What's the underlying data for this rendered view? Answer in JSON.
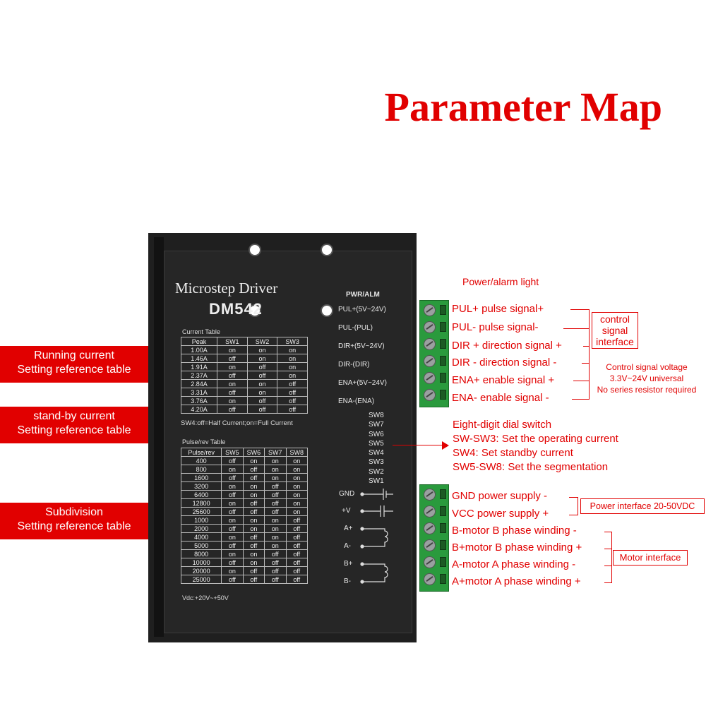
{
  "title": "Parameter Map",
  "left_labels": [
    {
      "line1": "Running current",
      "line2": "Setting reference table"
    },
    {
      "line1": "stand-by current",
      "line2": "Setting reference table"
    },
    {
      "line1": "Subdivision",
      "line2": "Setting reference table"
    }
  ],
  "driver": {
    "name": "Microstep Driver",
    "model": "DM542",
    "pwr_alm": "PWR/ALM",
    "current_table_title": "Current Table",
    "current_header": [
      "Peak",
      "SW1",
      "SW2",
      "SW3"
    ],
    "current_rows": [
      [
        "1.00A",
        "on",
        "on",
        "on"
      ],
      [
        "1.46A",
        "off",
        "on",
        "on"
      ],
      [
        "1.91A",
        "on",
        "off",
        "on"
      ],
      [
        "2.37A",
        "off",
        "off",
        "on"
      ],
      [
        "2.84A",
        "on",
        "on",
        "off"
      ],
      [
        "3.31A",
        "off",
        "on",
        "off"
      ],
      [
        "3.76A",
        "on",
        "off",
        "off"
      ],
      [
        "4.20A",
        "off",
        "off",
        "off"
      ]
    ],
    "sw4_note": "SW4:off=Half Current;on=Full Current",
    "pulse_table_title": "Pulse/rev Table",
    "pulse_header": [
      "Pulse/rev",
      "SW5",
      "SW6",
      "SW7",
      "SW8"
    ],
    "pulse_rows": [
      [
        "400",
        "off",
        "on",
        "on",
        "on"
      ],
      [
        "800",
        "on",
        "off",
        "on",
        "on"
      ],
      [
        "1600",
        "off",
        "off",
        "on",
        "on"
      ],
      [
        "3200",
        "on",
        "on",
        "off",
        "on"
      ],
      [
        "6400",
        "off",
        "on",
        "off",
        "on"
      ],
      [
        "12800",
        "on",
        "off",
        "off",
        "on"
      ],
      [
        "25600",
        "off",
        "off",
        "off",
        "on"
      ],
      [
        "1000",
        "on",
        "on",
        "on",
        "off"
      ],
      [
        "2000",
        "off",
        "on",
        "on",
        "off"
      ],
      [
        "4000",
        "on",
        "off",
        "on",
        "off"
      ],
      [
        "5000",
        "off",
        "off",
        "on",
        "off"
      ],
      [
        "8000",
        "on",
        "on",
        "off",
        "off"
      ],
      [
        "10000",
        "off",
        "on",
        "off",
        "off"
      ],
      [
        "20000",
        "on",
        "off",
        "off",
        "off"
      ],
      [
        "25000",
        "off",
        "off",
        "off",
        "off"
      ]
    ],
    "vdc": "Vdc:+20V~+50V",
    "signal_terminals": [
      "PUL+(5V~24V)",
      "PUL-(PUL)",
      "DIR+(5V~24V)",
      "DIR-(DIR)",
      "ENA+(5V~24V)",
      "ENA-(ENA)"
    ],
    "switches": [
      "SW8",
      "SW7",
      "SW6",
      "SW5",
      "SW4",
      "SW3",
      "SW2",
      "SW1"
    ],
    "power_terminals": [
      "GND",
      "+V",
      "A+",
      "A-",
      "B+",
      "B-"
    ]
  },
  "right": {
    "power_alarm_light": "Power/alarm light",
    "signal_labels": [
      "PUL+ pulse signal+",
      "PUL- pulse signal-",
      "DIR + direction signal +",
      "DIR - direction signal -",
      "ENA+ enable signal +",
      "ENA- enable signal -"
    ],
    "control_box": [
      "control",
      "signal",
      "interface"
    ],
    "voltage_note": [
      "Control signal voltage",
      "3.3V~24V universal",
      "No series resistor required"
    ],
    "dial_labels": [
      "Eight-digit dial switch",
      "SW-SW3: Set the operating current",
      "SW4: Set standby current",
      "SW5-SW8: Set the segmentation"
    ],
    "power_labels": [
      "GND power supply -",
      "VCC power supply +"
    ],
    "power_box": "Power interface 20-50VDC",
    "motor_labels": [
      "B-motor B phase winding -",
      "B+motor B phase winding +",
      "A-motor A phase winding -",
      "A+motor A phase winding +"
    ],
    "motor_box": "Motor interface"
  }
}
